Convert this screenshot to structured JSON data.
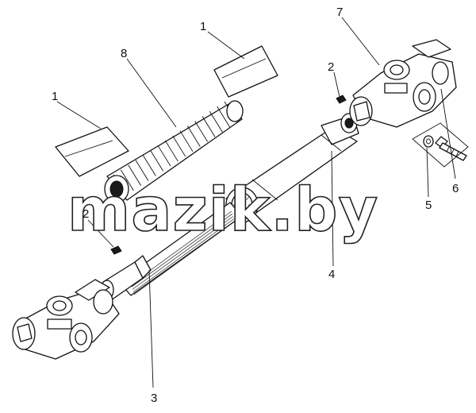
{
  "watermark": "mazik.by",
  "callouts": {
    "c1a": "1",
    "c1b": "1",
    "c2a": "2",
    "c2b": "2",
    "c3": "3",
    "c4": "4",
    "c5": "5",
    "c6": "6",
    "c7": "7",
    "c8": "8"
  },
  "parts": [
    {
      "number": "1",
      "icon": "clamp-band-icon"
    },
    {
      "number": "2",
      "icon": "key-icon"
    },
    {
      "number": "3",
      "icon": "splined-shaft-with-universal-joint-icon"
    },
    {
      "number": "4",
      "icon": "splined-sleeve-shaft-icon"
    },
    {
      "number": "5",
      "icon": "washer-icon"
    },
    {
      "number": "6",
      "icon": "bolt-icon"
    },
    {
      "number": "7",
      "icon": "universal-joint-yoke-icon"
    },
    {
      "number": "8",
      "icon": "corrugated-boot-icon"
    }
  ]
}
